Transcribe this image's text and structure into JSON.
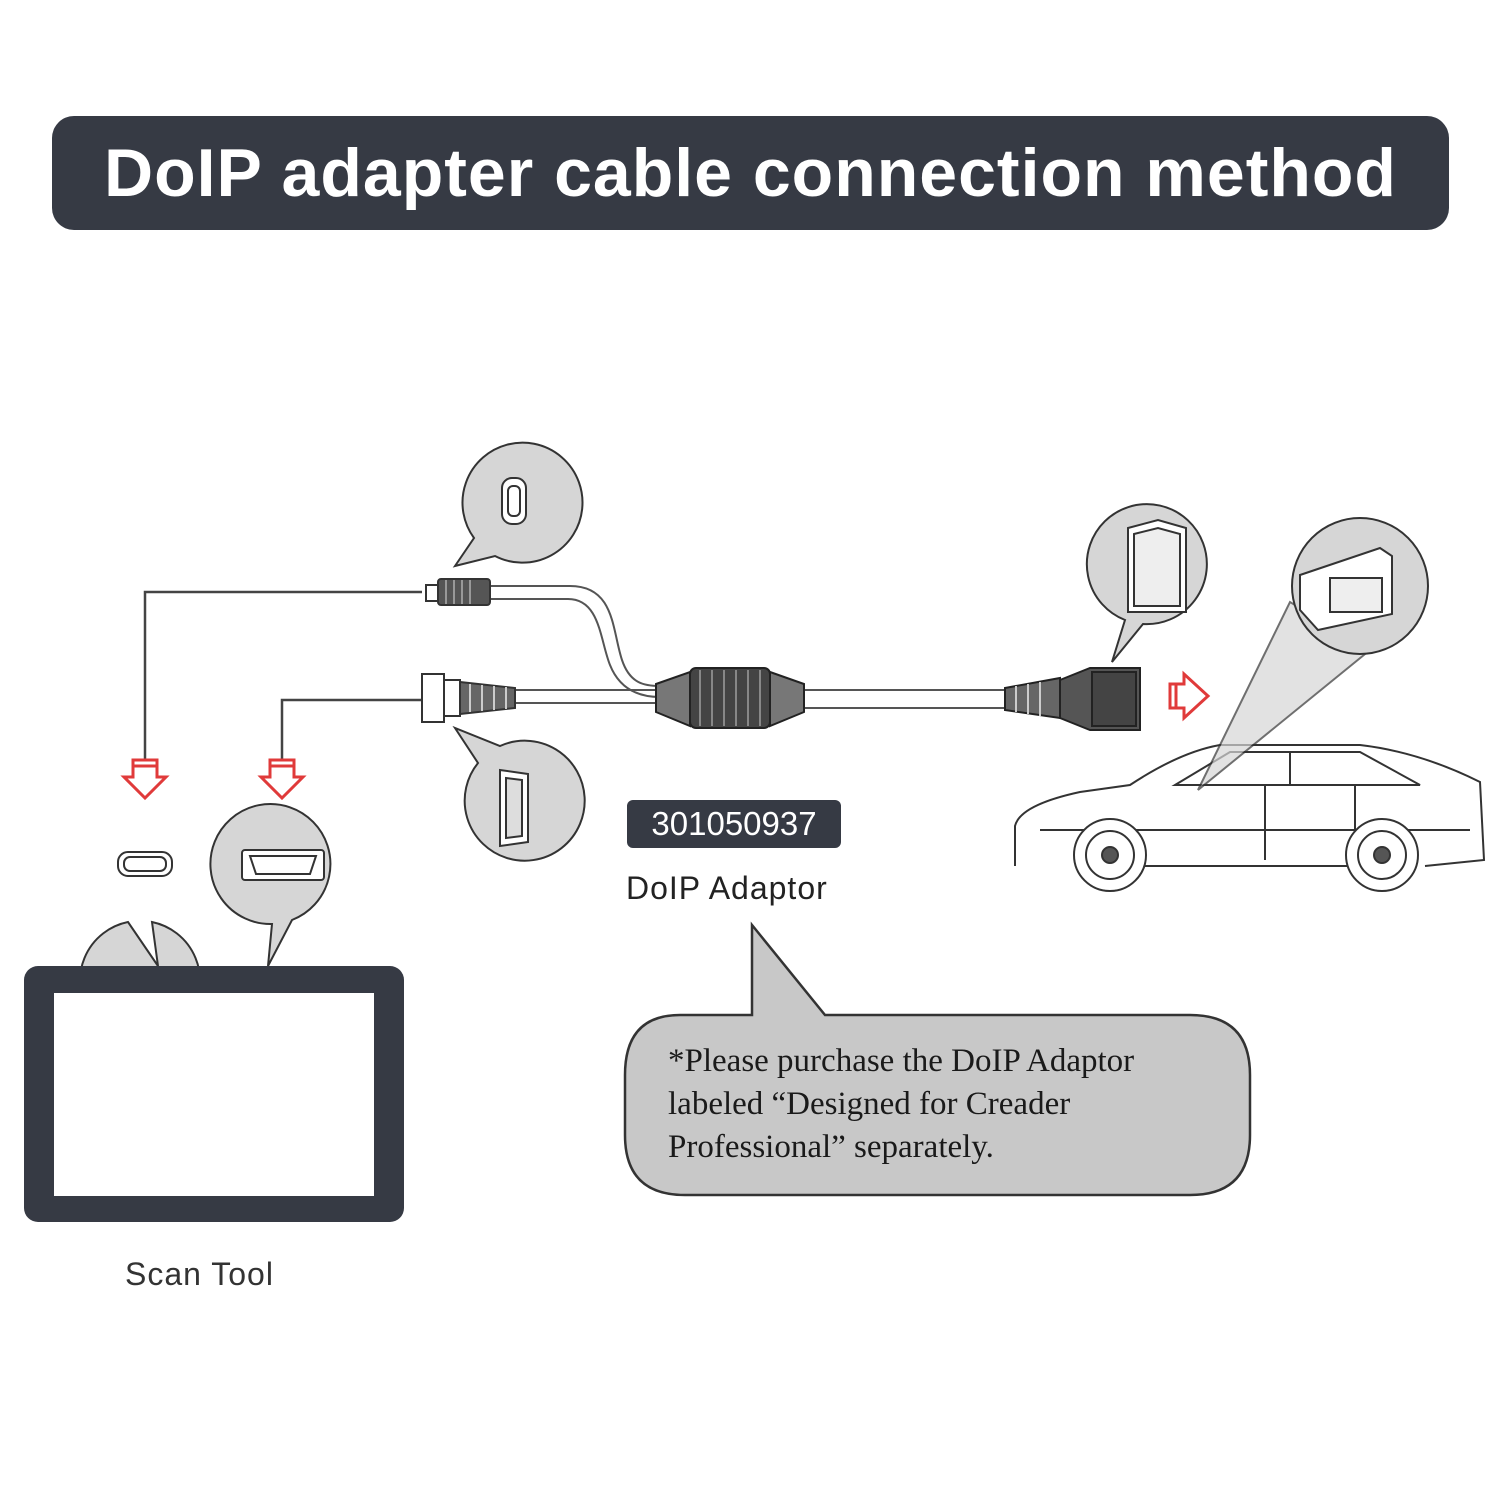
{
  "header": {
    "title": "DoIP adapter cable connection method"
  },
  "adaptor": {
    "part_number": "301050937",
    "label": "DoIP Adaptor"
  },
  "device": {
    "label": "Scan Tool"
  },
  "note": {
    "lines": [
      "*Please purchase the DoIP Adaptor",
      "labeled “Designed for Creader",
      "Professional” separately."
    ]
  },
  "colors": {
    "banner": "#363a44",
    "arrow": "#e03a3a",
    "bubble": "#d6d6d6",
    "note_bg": "#c8c8c8"
  }
}
